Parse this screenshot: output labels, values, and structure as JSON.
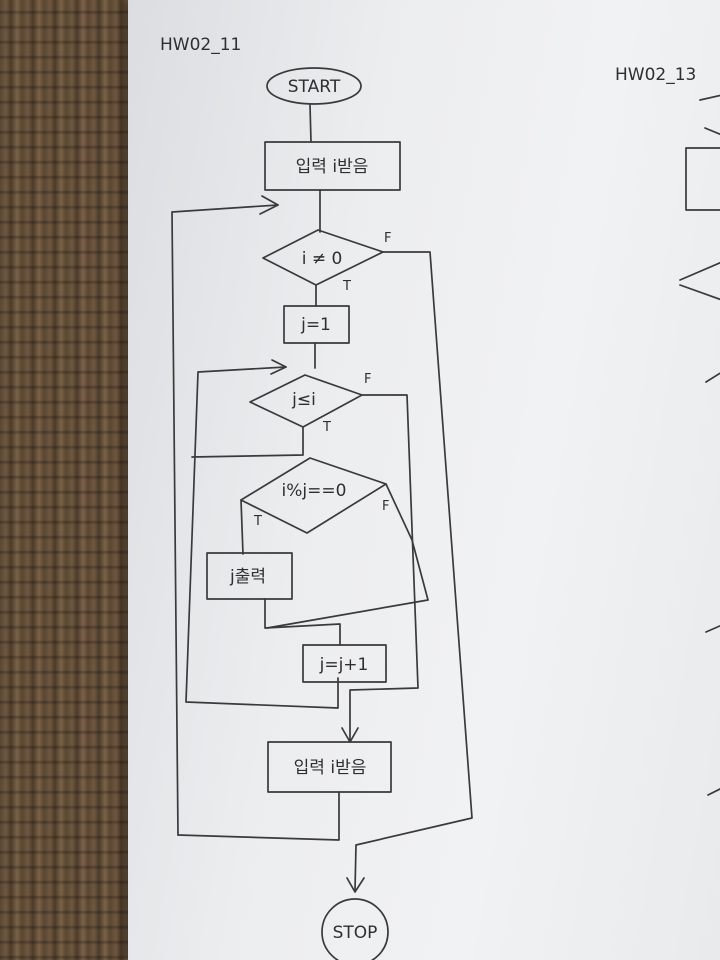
{
  "titles": {
    "left": "HW02_11",
    "right": "HW02_13"
  },
  "flowchart": {
    "start": "START",
    "input_box": "입력 i받음",
    "cond_outer": "i ≠ 0",
    "cond_outer_false": "F",
    "cond_outer_true": "T",
    "init_j": "j=1",
    "cond_inner": "j≤i",
    "cond_inner_false": "F",
    "cond_inner_true": "T",
    "cond_mod": "i%j==0",
    "cond_mod_true": "T",
    "cond_mod_false": "F",
    "print_j": "j출력",
    "inc_j": "j=j+1",
    "input_again": "입력 i받음",
    "stop": "STOP"
  }
}
